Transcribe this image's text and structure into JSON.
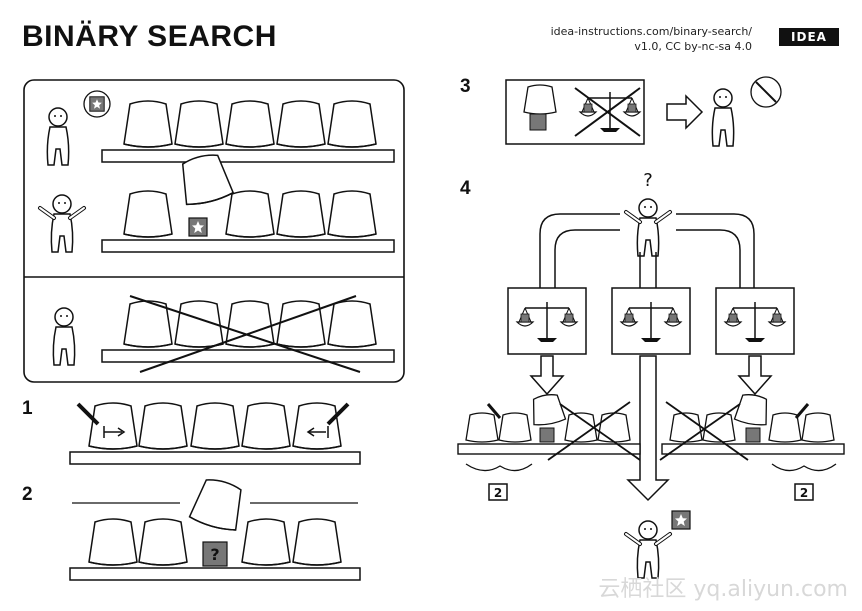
{
  "header": {
    "title": "BINÄRY SEARCH",
    "source_line1": "idea-instructions.com/binary-search/",
    "source_line2": "v1.0, CC by-nc-sa 4.0",
    "logo_text": "IDEA"
  },
  "steps": {
    "s1": "1",
    "s2": "2",
    "s3": "3",
    "s4": "4"
  },
  "glyphs": {
    "question": "?",
    "subarray_size": "2"
  },
  "watermark": "云栖社区 yq.aliyun.com",
  "icons": [
    "star-icon",
    "question-mark-icon",
    "pencil-icon",
    "balance-scale-icon",
    "arrow-right-icon",
    "arrow-down-icon",
    "person-icon"
  ],
  "colors": {
    "ink": "#111111",
    "card_gray": "#777777",
    "paper": "#ffffff"
  }
}
